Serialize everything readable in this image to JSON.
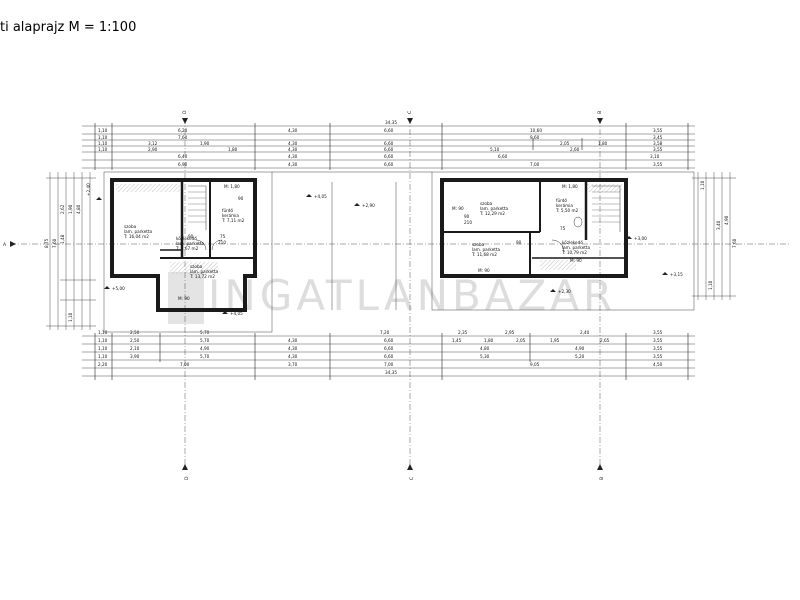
{
  "title": "ti alaprajz M = 1:100",
  "axes": {
    "D": "D",
    "C": "C",
    "B": "B",
    "A": "A"
  },
  "top_dims": {
    "overall": "34,35",
    "row1": [
      "1,10",
      "6,20",
      "4,30",
      "6,60",
      "10,60",
      "3,55"
    ],
    "row2": [
      "1,10",
      "7,60",
      "9,60",
      "3,45"
    ],
    "row3": [
      "1,10",
      "3,12",
      "1,90",
      "4,30",
      "6,60",
      "2,05",
      "1,80",
      "3,58"
    ],
    "row4": [
      "1,10",
      "2,90",
      "1,80",
      "4,30",
      "6,60",
      "5,10",
      "2,60",
      "3,55"
    ],
    "row5": [
      "6,40",
      "4,30",
      "6,60",
      "6,60",
      "3,10"
    ],
    "row6": [
      "6,90",
      "4,30",
      "6,60",
      "7,00",
      "3,55"
    ]
  },
  "bottom_dims": {
    "overall": "34,35",
    "row1": [
      "1,10",
      "2,50",
      "5,70",
      "7,20",
      "2,35",
      "2,95",
      "2,40",
      "3,55"
    ],
    "row2": [
      "1,10",
      "2,50",
      "5,70",
      "4,30",
      "6,60",
      "1,45",
      "1,80",
      "2,05",
      "1,95",
      "2,65",
      "3,55"
    ],
    "row3": [
      "1,10",
      "2,10",
      "4,90",
      "4,30",
      "6,60",
      "4,80",
      "4,90",
      "3,55"
    ],
    "row4": [
      "1,10",
      "3,90",
      "5,70",
      "4,30",
      "6,60",
      "5,30",
      "5,20",
      "3,55"
    ],
    "row5": [
      "2,20",
      "7,00",
      "3,70",
      "7,00",
      "9,05",
      "4,50"
    ]
  },
  "left_dims": [
    "8,75",
    "7,60",
    "2,62",
    "1,48",
    "1,90",
    "4,80",
    "1,10"
  ],
  "right_dims": [
    "4,90",
    "7,60",
    "1,10",
    "1,10",
    "3,40"
  ],
  "levels": {
    "l1": "+4,05",
    "l2": "+2,90",
    "l3": "+3,00",
    "l4": "+5,00",
    "l5": "+4,05",
    "l6": "+3,15",
    "l7": "+2,30",
    "l8": "+2,40"
  },
  "rooms": {
    "left_room1": {
      "name": "szoba",
      "floor": "lam. parketta",
      "area": "T: 16,04 m2"
    },
    "left_room2": {
      "name": "fürdő",
      "floor": "kerámia",
      "area": "T: 7,11 m2"
    },
    "left_room3": {
      "name": "közlekedő",
      "floor": "lam. parketta",
      "area": "T: 7,67 m2"
    },
    "left_room4": {
      "name": "szoba",
      "floor": "lam. parketta",
      "area": "T: 13,72 m2"
    },
    "right_room1": {
      "name": "szoba",
      "floor": "lam. parketta",
      "area": "T: 12,29 m2"
    },
    "right_room2": {
      "name": "fürdő",
      "floor": "kerámia",
      "area": "T: 5,50 m2"
    },
    "right_room3": {
      "name": "szoba",
      "floor": "lam. parketta",
      "area": "T: 11,68 m2"
    },
    "right_room4": {
      "name": "közlekedő",
      "floor": "lam. parketta",
      "area": "T: 10,79 m2"
    }
  },
  "door_labels": {
    "d1": "90",
    "d2": "90",
    "d3": "75",
    "d4": "210",
    "d5": "90",
    "d6": "90",
    "d7": "210",
    "d8": "75"
  },
  "window_labels": {
    "w1": "M: 1,80",
    "w2": "M: 1,80",
    "w3": "M: 90",
    "w4": "M: 90",
    "w5": "M: 90",
    "w6": "M: 90"
  },
  "watermark": "INGATLANBAZAR",
  "colors": {
    "line": "#1a1a1a",
    "wall": "#2a2a2a",
    "hatch": "#9a9a9a",
    "watermark": "#c8c8c8",
    "watermark_bold": "#b0b0b0"
  }
}
